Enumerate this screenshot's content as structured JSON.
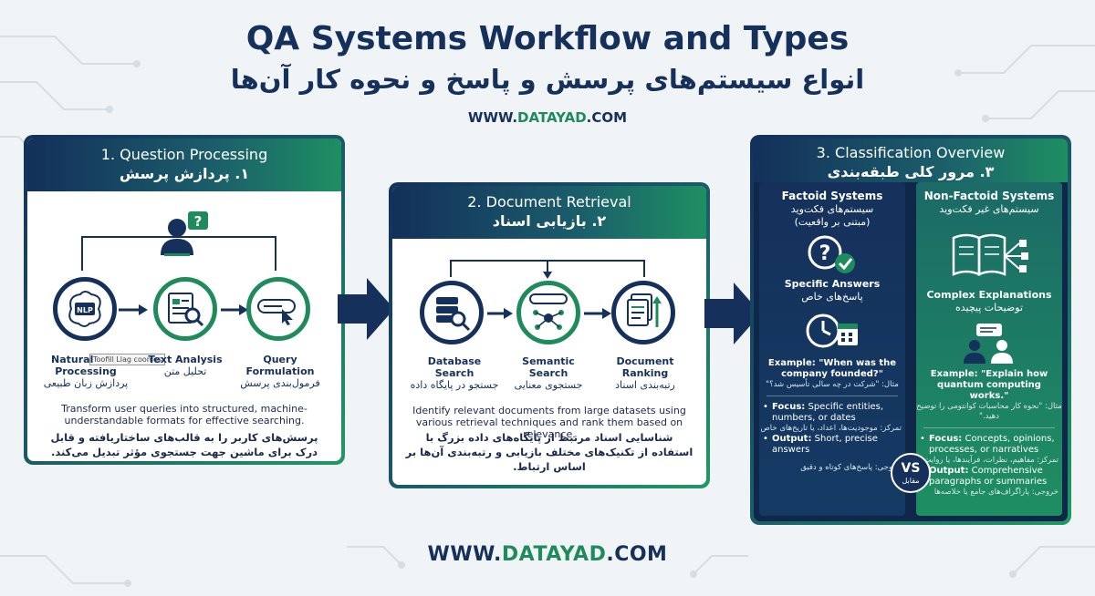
{
  "header": {
    "title_en": "QA Systems Workflow and Types",
    "title_fa": "انواع سیستم‌های پرسش و پاسخ و نحوه کار آن‌ها",
    "site_top_a": "WWW.",
    "site_top_b": "DATAYAD",
    "site_top_c": ".COM"
  },
  "footer": {
    "site_a": "WWW.",
    "site_b": "DATAYAD",
    "site_c": ".COM"
  },
  "panel1": {
    "title_en": "1. Question Processing",
    "title_fa": "۱. پردازش پرسش",
    "nlp_badge": "NLP",
    "tooltip": "Toofill Llag coonles",
    "steps": [
      {
        "en1": "Natural",
        "en2": "Processing",
        "fa": "پردازش زبان طبیعی"
      },
      {
        "en1": "Text Analysis",
        "en2": "",
        "fa": "تحلیل متن"
      },
      {
        "en1": "Query",
        "en2": "Formulation",
        "fa": "فرمول‌بندی پرسش"
      }
    ],
    "desc_en": "Transform user queries into structured, machine-understandable formats for effective searching.",
    "desc_fa": "پرسش‌های کاربر را به قالب‌های ساختاریافته و قابل درک برای ماشین جهت جستجوی مؤثر تبدیل می‌کند."
  },
  "panel2": {
    "title_en": "2. Document Retrieval",
    "title_fa": "۲. بازیابی اسناد",
    "steps": [
      {
        "en1": "Database",
        "en2": "Search",
        "fa": "جستجو در پایگاه داده"
      },
      {
        "en1": "Semantic",
        "en2": "Search",
        "fa": "جستجوی معنایی"
      },
      {
        "en1": "Document",
        "en2": "Ranking",
        "fa": "رتبه‌بندی اسناد"
      }
    ],
    "desc_en": "Identify relevant documents from large datasets using various retrieval techniques and rank them based on relevance.",
    "desc_fa": "شناسایی اسناد مرتبط از پایگاه‌های داده بزرگ با استفاده از تکنیک‌های مختلف بازیابی و رتبه‌بندی آن‌ها بر اساس ارتباط."
  },
  "panel3": {
    "title_en": "3. Classification Overview",
    "title_fa": "۳. مرور کلی طبقه‌بندی",
    "vs": "VS",
    "vs_fa": "مقابل",
    "factoid": {
      "title": "Factoid Systems",
      "title_fa1": "سیستم‌های فکت‌وید",
      "title_fa2": "(مبتنی بر واقعیت)",
      "sub": "Specific Answers",
      "sub_fa": "پاسخ‌های خاص",
      "example_1": "Example: \"When was the",
      "example_2": "company founded?\"",
      "example_fa": "مثال: \"شرکت در چه سالی تأسیس شد؟\"",
      "focus_label": "Focus:",
      "focus": "Specific entities, numbers, or dates",
      "focus_fa": "تمرکز: موجودیت‌ها، اعداد، یا تاریخ‌های خاص",
      "output_label": "Output:",
      "output": "Short, precise answers",
      "output_fa": "خروجی: پاسخ‌های کوتاه و دقیق"
    },
    "nonfactoid": {
      "title": "Non-Factoid Systems",
      "title_fa": "سیستم‌های غیر فکت‌وید",
      "sub": "Complex Explanations",
      "sub_fa": "توضیحات پیچیده",
      "example_1": "Example: \"Explain how",
      "example_2": "quantum computing works.\"",
      "example_fa": "مثال: \"نحوه کار محاسبات کوانتومی را توضیح دهید.\"",
      "focus_label": "Focus:",
      "focus": "Concepts, opinions, processes, or narratives",
      "focus_fa": "تمرکز: مفاهیم، نظرات، فرآیندها، یا روایت‌ها",
      "output_label": "Output:",
      "output": "Comprehensive paragraphs or summaries",
      "output_fa": "خروجی: پاراگراف‌های جامع یا خلاصه‌ها"
    }
  },
  "colors": {
    "navy": "#15315b",
    "green": "#1f8b5c"
  }
}
